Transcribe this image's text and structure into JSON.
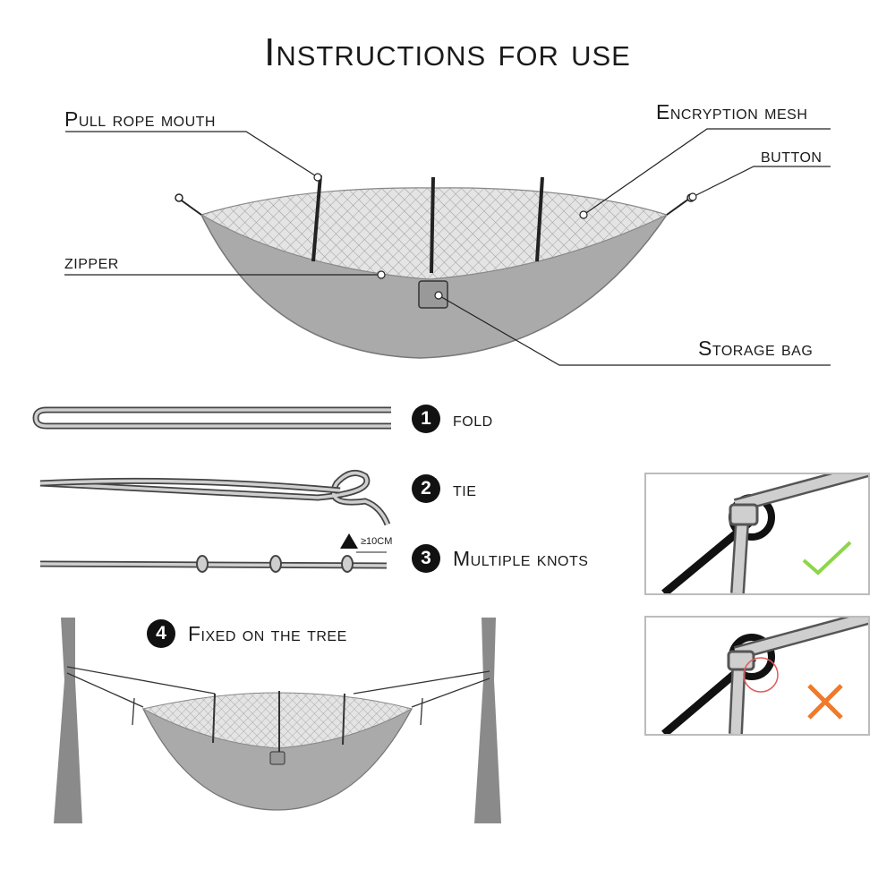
{
  "title": "Instructions for use",
  "parts": {
    "pull_rope_mouth": "Pull rope mouth",
    "encryption_mesh": "Encryption mesh",
    "button": "button",
    "zipper": "zipper",
    "storage_bag": "Storage bag"
  },
  "steps": [
    {
      "number": "1",
      "label": "fold"
    },
    {
      "number": "2",
      "label": "tie"
    },
    {
      "number": "3",
      "label": "Multiple knots"
    },
    {
      "number": "4",
      "label": "Fixed on the tree"
    }
  ],
  "warning": {
    "text": "≥10CM",
    "icon": "warning-triangle-icon"
  },
  "examples": {
    "correct_icon": "check-mark-icon",
    "wrong_icon": "cross-mark-icon",
    "correct_color": "#8cd64a",
    "wrong_color": "#f07a2a"
  },
  "colors": {
    "hammock_fill": "#aaaaaa",
    "mesh_fill": "#dcdcdc",
    "line": "#222222",
    "tree": "#8a8a8a"
  }
}
